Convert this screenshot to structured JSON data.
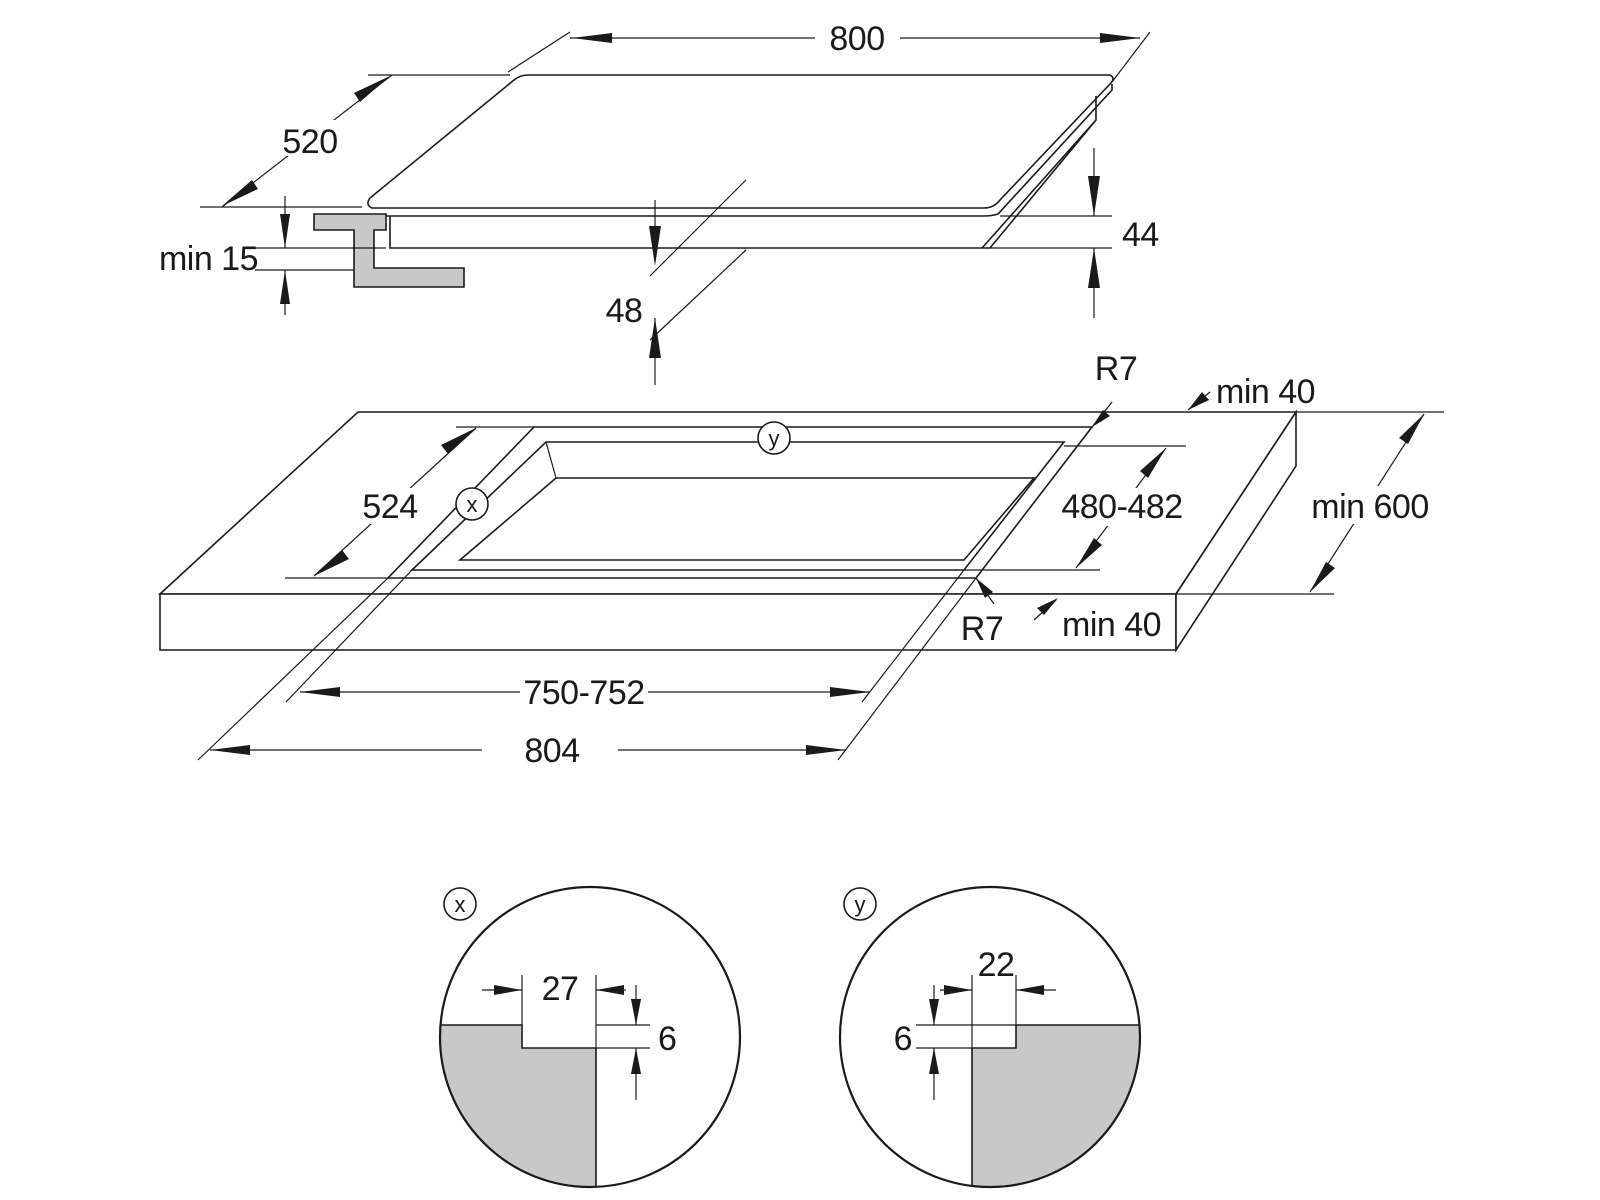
{
  "hob": {
    "width": "800",
    "depth": "520",
    "height": "44",
    "insertion_depth": "48",
    "min_clearance": "min 15"
  },
  "cutout": {
    "marker_x": "x",
    "marker_y": "y",
    "depth": "524",
    "inner_depth": "480-482",
    "inner_width": "750-752",
    "outer_width": "804",
    "radius_top": "R7",
    "radius_bottom": "R7",
    "min_back": "min 40",
    "min_front": "min 40",
    "worktop_depth": "min 600"
  },
  "detail_x": {
    "marker": "x",
    "width": "27",
    "depth": "6"
  },
  "detail_y": {
    "marker": "y",
    "width": "22",
    "depth": "6"
  }
}
